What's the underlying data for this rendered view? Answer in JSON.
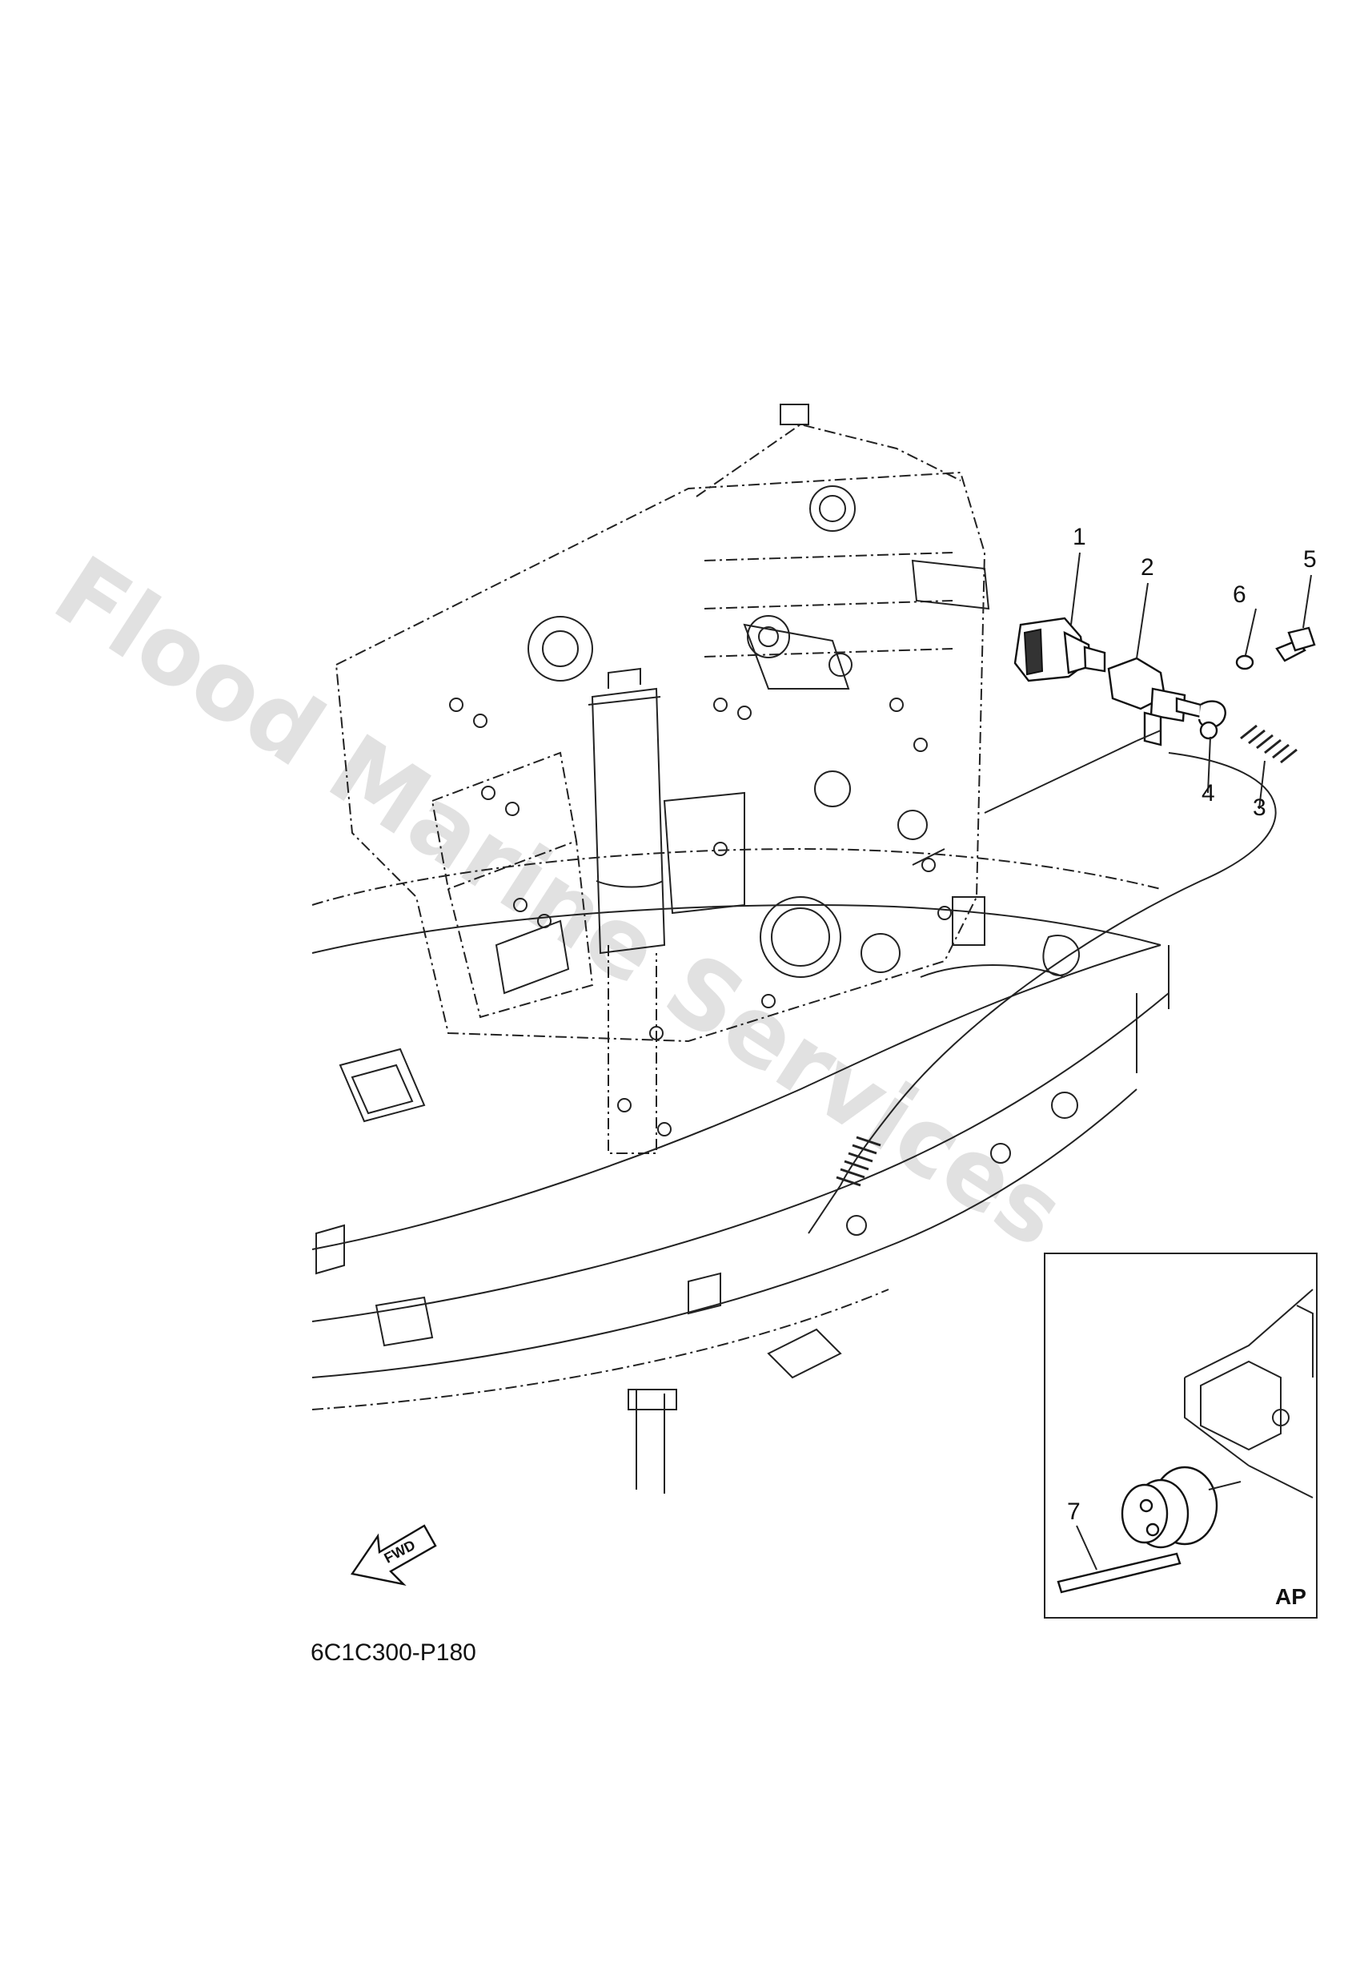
{
  "watermark": "Flood Marine Services",
  "callouts": {
    "c1": "1",
    "c2": "2",
    "c3": "3",
    "c4": "4",
    "c5": "5",
    "c6": "6",
    "c7": "7"
  },
  "inset_label": "AP",
  "fwd_label": "FWD",
  "diagram_code": "6C1C300-P180"
}
